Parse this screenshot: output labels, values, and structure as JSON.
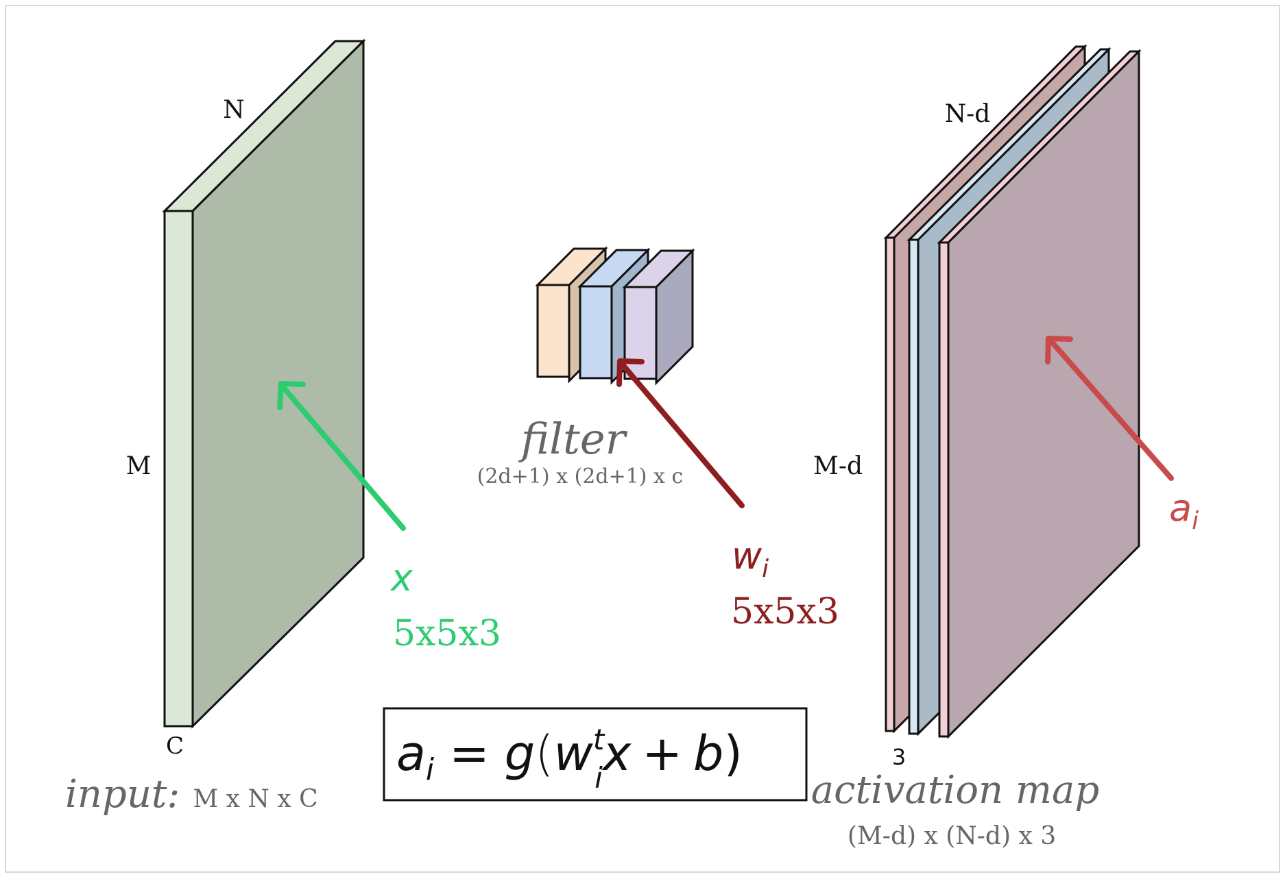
{
  "colors": {
    "input_front": "#aebba8",
    "input_side": "#dbe8d5",
    "filter_orange": "#fce3cb",
    "filter_orange_side": "#d9c2aa",
    "filter_blue": "#c8d9f3",
    "filter_blue_side": "#a3b5cd",
    "filter_purple": "#dcd3ea",
    "filter_purple_side": "#aba9bd",
    "act_pink_front": "#c7a6a8",
    "act_pink_side": "#f2cfd2",
    "act_blue_front": "#a9bac9",
    "act_blue_side": "#d5e8f3",
    "act_main_front": "#baa6af",
    "act_main_side": "#f2cfd4",
    "green_arrow": "#2ecc71",
    "darkred_arrow": "#8e1f20",
    "red_arrow": "#c94a4a",
    "gray_text": "#666666"
  },
  "input": {
    "dim_n": "N",
    "dim_m": "M",
    "dim_c": "C",
    "caption_word": "input:",
    "caption_size": "M x N x C"
  },
  "filter": {
    "caption_word": "filter",
    "caption_size": "(2d+1) x (2d+1) x c"
  },
  "activation": {
    "dim_n": "N-d",
    "dim_m": "M-d",
    "dim_depth": "3",
    "caption_word": "activation map",
    "caption_size": "(M-d) x (N-d) x 3"
  },
  "labels": {
    "x_var": "x",
    "x_size": "5x5x3",
    "w_var": "w",
    "w_sub": "i",
    "w_size": "5x5x3",
    "a_var": "a",
    "a_sub": "i"
  },
  "formula": {
    "a": "a",
    "a_sub": "i",
    "eq": "=",
    "g": "g",
    "open": "(",
    "w": "w",
    "w_sup": "t",
    "w_sub": "i",
    "x": "x",
    "plus": "+",
    "b": "b",
    "close": ")"
  }
}
